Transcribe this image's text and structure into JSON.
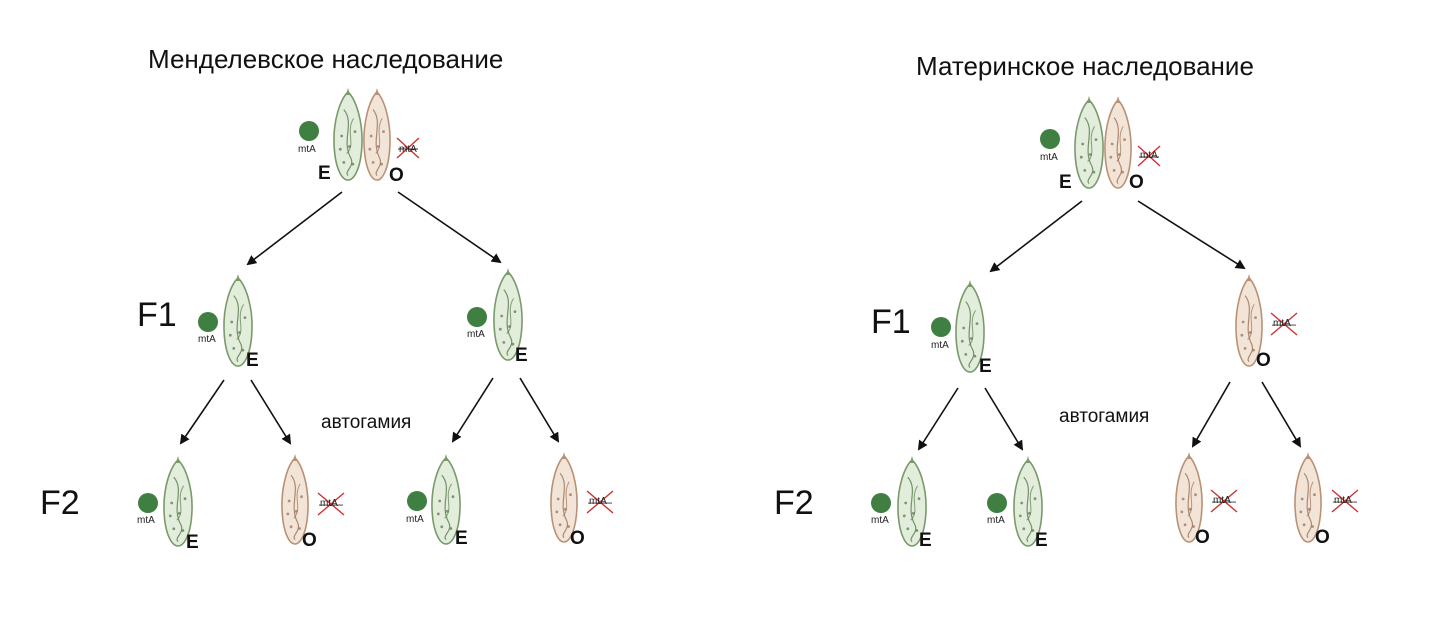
{
  "colors": {
    "cell_e_fill": "#e3eddc",
    "cell_e_stroke": "#7a9a6c",
    "cell_e_detail": "#587a4c",
    "cell_o_fill": "#f3e4d8",
    "cell_o_stroke": "#b99276",
    "cell_o_detail": "#9a7258",
    "mtA_dot": "#3f7f42",
    "cross": "#d03030",
    "arrow": "#111111"
  },
  "labels": {
    "mtA": "mtA",
    "E": "E",
    "O": "O",
    "F1": "F1",
    "F2": "F2",
    "autogamy": "автогамия"
  },
  "panels": [
    {
      "id": "mendelian",
      "title": "Менделевское наследование",
      "parents": {
        "left": {
          "type": "E",
          "mtA": true
        },
        "right": {
          "type": "O",
          "mtA": false
        }
      },
      "f1": [
        {
          "type": "E",
          "mtA": true
        },
        {
          "type": "E",
          "mtA": true
        }
      ],
      "f2": [
        {
          "type": "E",
          "mtA": true
        },
        {
          "type": "O",
          "mtA": false
        },
        {
          "type": "E",
          "mtA": true
        },
        {
          "type": "O",
          "mtA": false
        }
      ]
    },
    {
      "id": "maternal",
      "title": "Материнское наследование",
      "parents": {
        "left": {
          "type": "E",
          "mtA": true
        },
        "right": {
          "type": "O",
          "mtA": false
        }
      },
      "f1": [
        {
          "type": "E",
          "mtA": true
        },
        {
          "type": "O",
          "mtA": false
        }
      ],
      "f2": [
        {
          "type": "E",
          "mtA": true
        },
        {
          "type": "E",
          "mtA": true
        },
        {
          "type": "O",
          "mtA": false
        },
        {
          "type": "O",
          "mtA": false
        }
      ]
    }
  ]
}
